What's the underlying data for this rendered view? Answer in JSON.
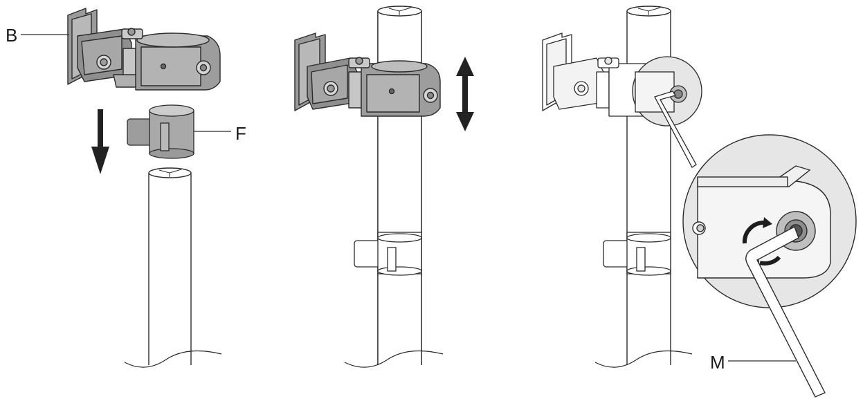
{
  "callouts": {
    "bracket": "B",
    "clamp": "F",
    "hex_key": "M"
  },
  "colors": {
    "metal_dark": "#8f8f8f",
    "metal_mid": "#a9a9a9",
    "metal_light": "#cfcfcf",
    "pole": "#ffffff",
    "stroke": "#2a2a2a",
    "arrow": "#222222",
    "zoom_bg": "#e6e6e6"
  },
  "icons": [
    "down-arrow-icon",
    "up-down-arrow-icon",
    "rotate-arrows-icon",
    "hex-key-icon"
  ]
}
